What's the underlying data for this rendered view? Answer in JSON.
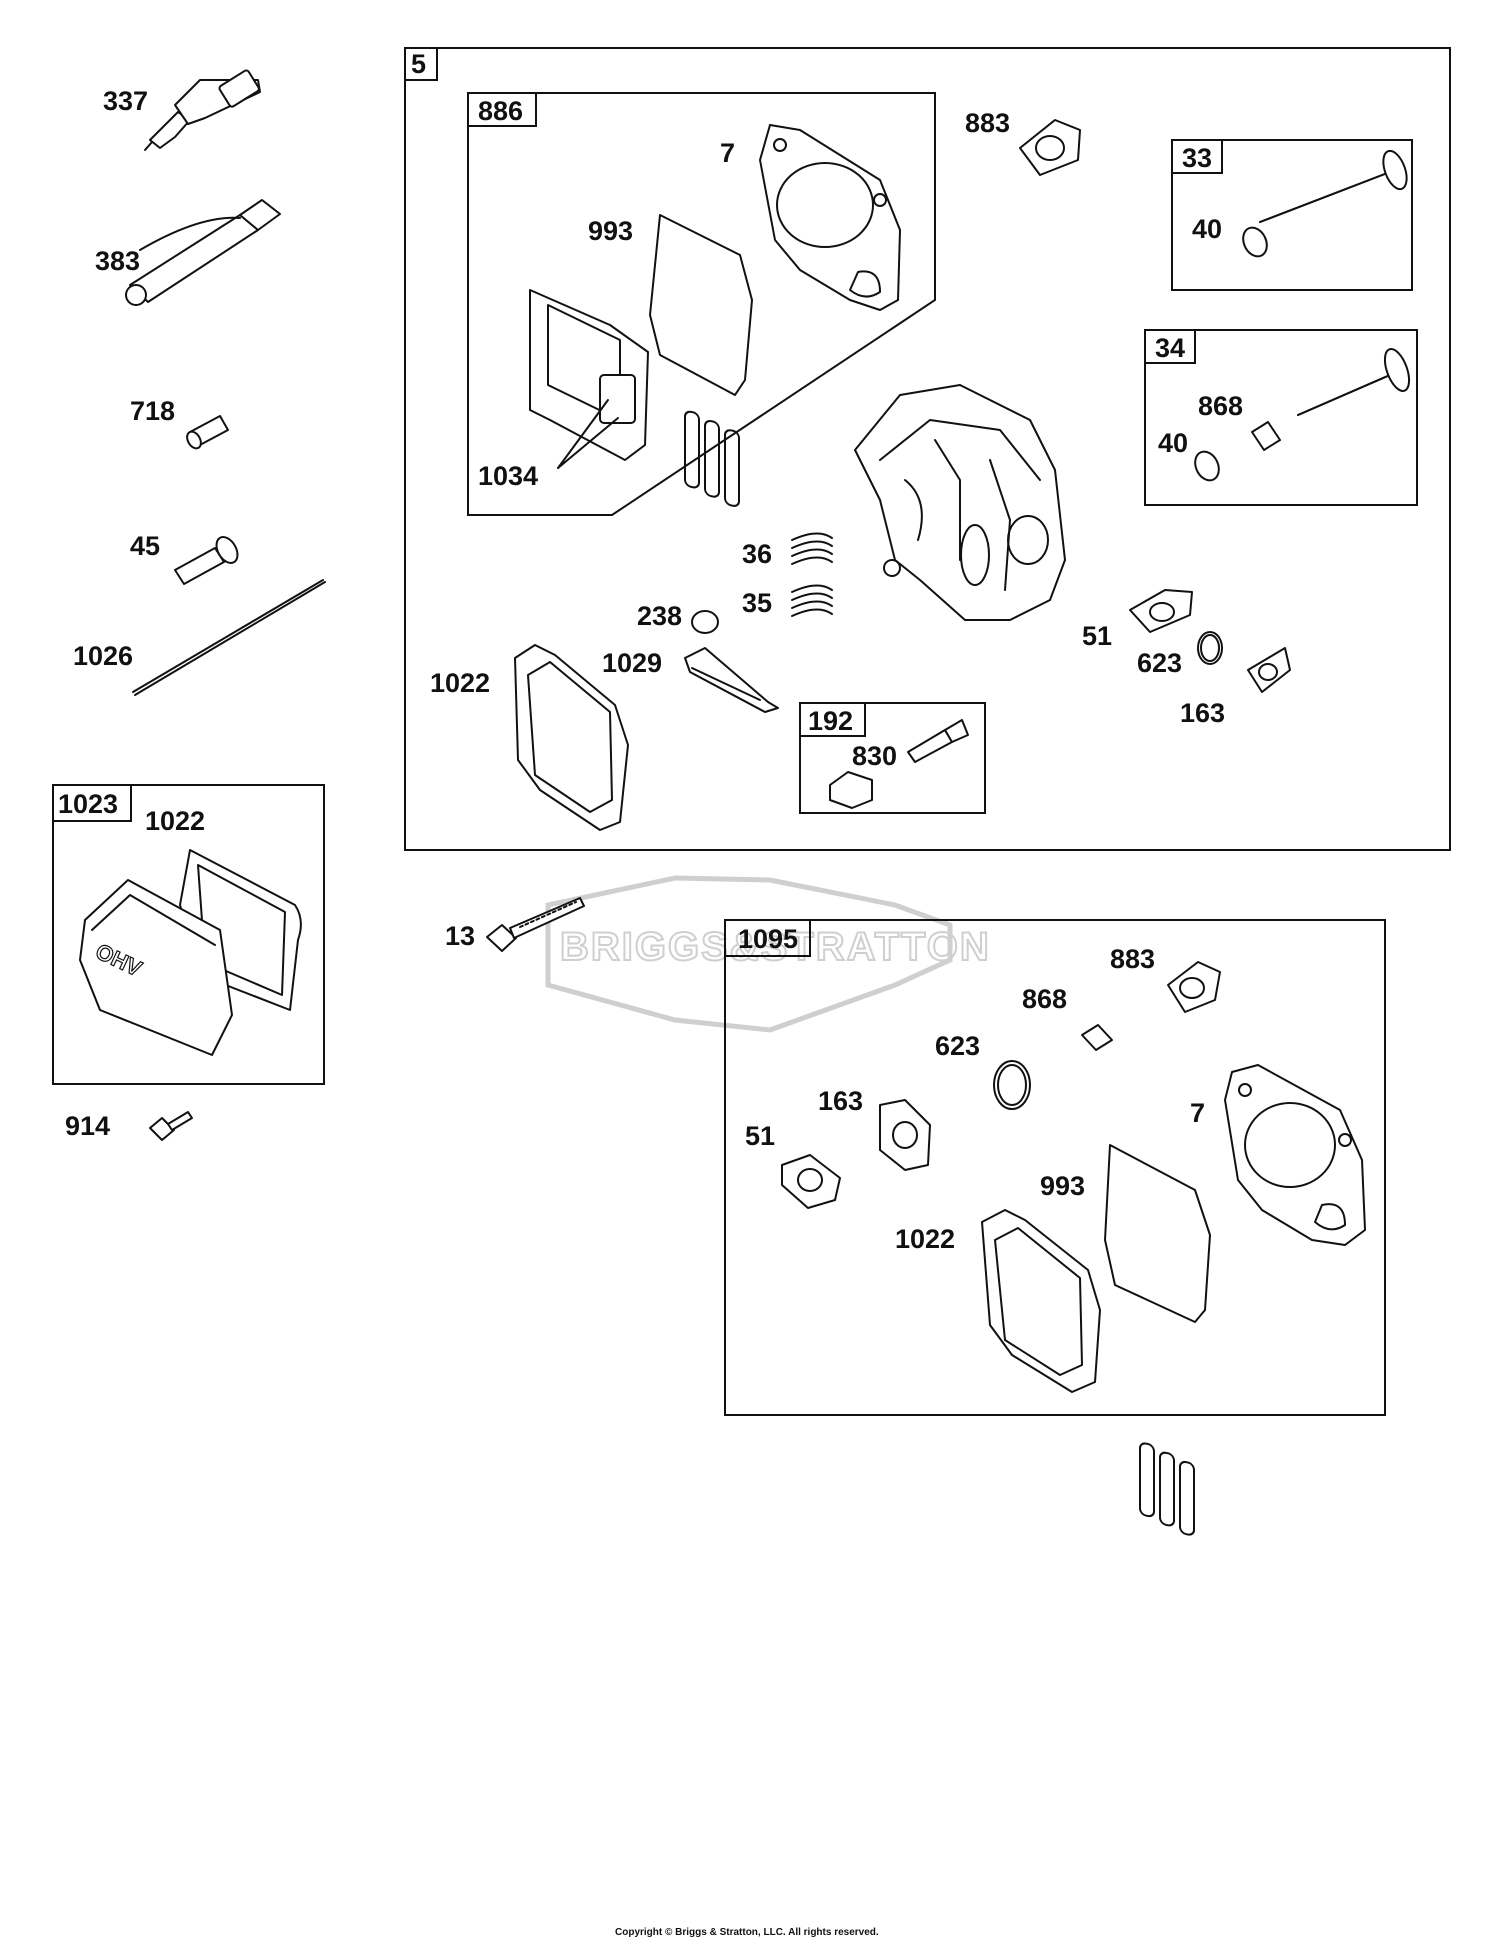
{
  "watermark": "BRIGGS&STRATTON",
  "copyright": "Copyright © Briggs & Stratton, LLC. All rights reserved.",
  "kits": {
    "k5": "5",
    "k886": "886",
    "k33": "33",
    "k34": "34",
    "k192": "192",
    "k1023": "1023",
    "k1095": "1095"
  },
  "labels": {
    "p337": "337",
    "p383": "383",
    "p718": "718",
    "p45": "45",
    "p1026": "1026",
    "p1022_cover": "1022",
    "p914": "914",
    "p13": "13",
    "p7_886": "7",
    "p993_886": "993",
    "p1034": "1034",
    "p883_top": "883",
    "p40_33": "40",
    "p868_34": "868",
    "p40_34": "40",
    "p36": "36",
    "p35": "35",
    "p238": "238",
    "p1029": "1029",
    "p1022_main": "1022",
    "p830": "830",
    "p51_main": "51",
    "p623_main": "623",
    "p163_main": "163",
    "p883_1095": "883",
    "p868_1095": "868",
    "p623_1095": "623",
    "p163_1095": "163",
    "p51_1095": "51",
    "p7_1095": "7",
    "p993_1095": "993",
    "p1022_1095": "1022"
  }
}
